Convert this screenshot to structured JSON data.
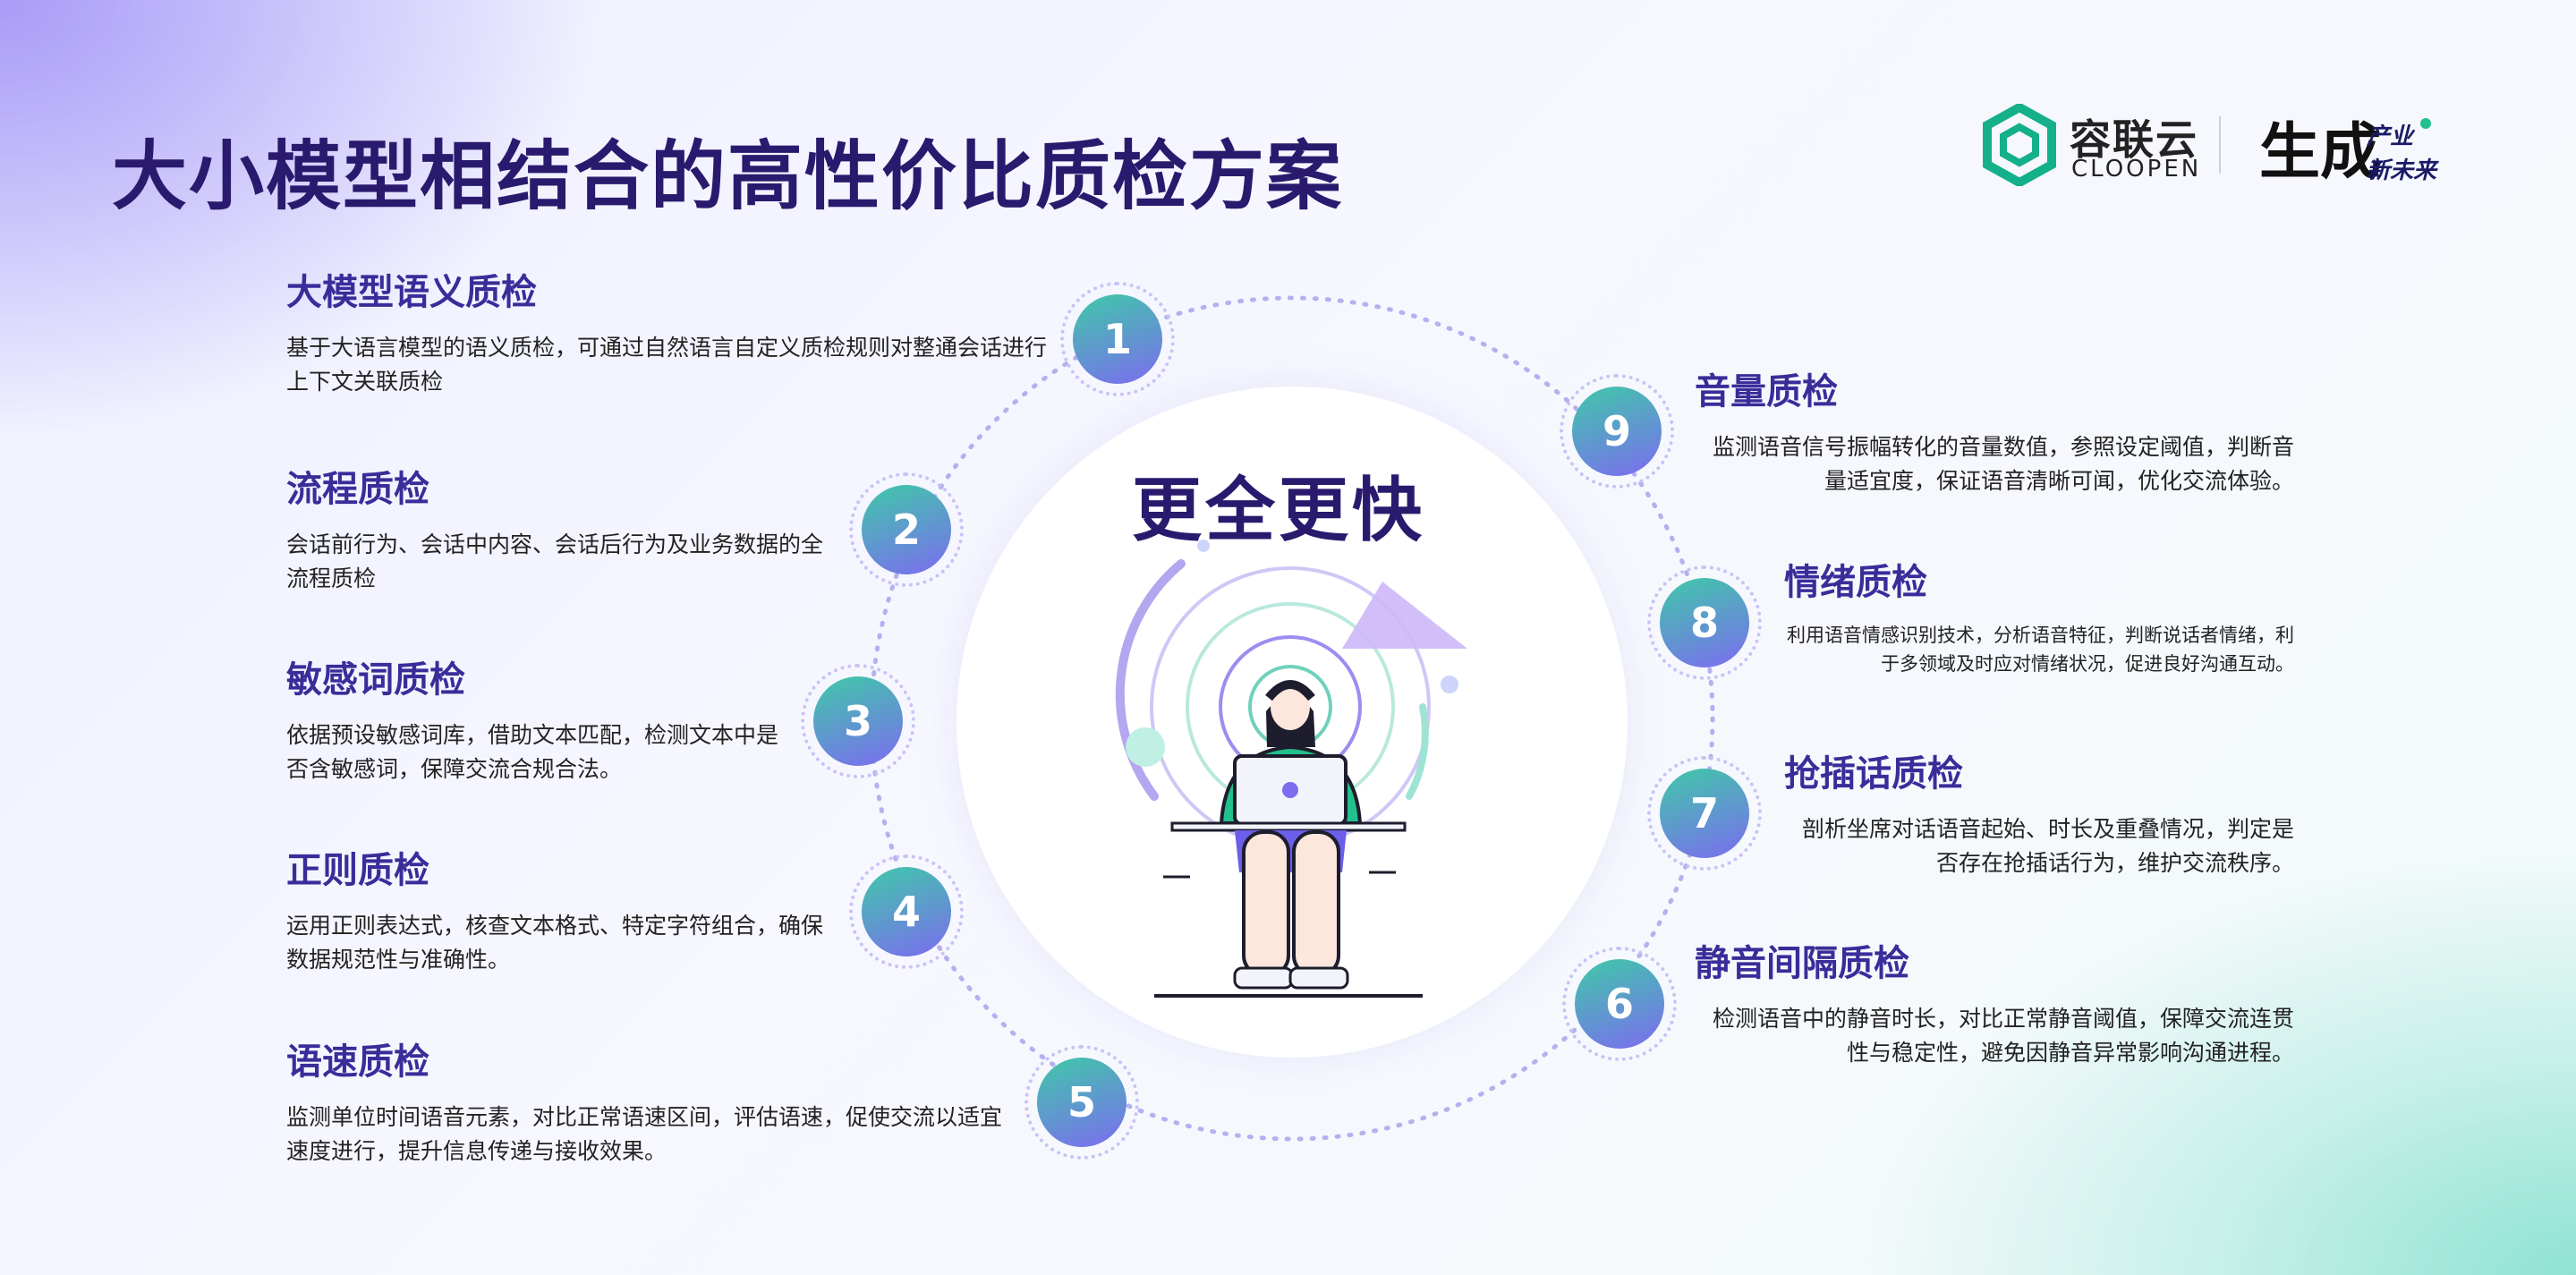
{
  "title": "大小模型相结合的高性价比质检方案",
  "logo_cloopen": {
    "cn": "容联云",
    "en": "CLOOPEN"
  },
  "logo_slogan": {
    "big": "生成",
    "line1": "产业",
    "line2": "新未来"
  },
  "center": {
    "title": "更全更快"
  },
  "colors": {
    "title": "#2a1a6e",
    "heading": "#3b2c9a",
    "node_start": "#3fc9a8",
    "node_end": "#7c6cf0"
  },
  "nodes": [
    "1",
    "2",
    "3",
    "4",
    "5",
    "6",
    "7",
    "8",
    "9"
  ],
  "items": [
    {
      "title": "大模型语义质检",
      "desc": "基于大语言模型的语义质检，可通过自然语言自定义质检规则对整通会话进行上下文关联质检"
    },
    {
      "title": "流程质检",
      "desc": "会话前行为、会话中内容、会话后行为及业务数据的全流程质检"
    },
    {
      "title": "敏感词质检",
      "desc": "依据预设敏感词库，借助文本匹配，检测文本中是否含敏感词，保障交流合规合法。"
    },
    {
      "title": "正则质检",
      "desc": "运用正则表达式，核查文本格式、特定字符组合，确保数据规范性与准确性。"
    },
    {
      "title": "语速质检",
      "desc": "监测单位时间语音元素，对比正常语速区间，评估语速，促使交流以适宜速度进行，提升信息传递与接收效果。"
    },
    {
      "title": "静音间隔质检",
      "desc": "检测语音中的静音时长，对比正常静音阈值，保障交流连贯性与稳定性，避免因静音异常影响沟通进程。"
    },
    {
      "title": "抢插话质检",
      "desc": "剖析坐席对话语音起始、时长及重叠情况，判定是否存在抢插话行为，维护交流秩序。"
    },
    {
      "title": "情绪质检",
      "desc": "利用语音情感识别技术，分析语音特征，判断说话者情绪，利于多领域及时应对情绪状况，促进良好沟通互动。"
    },
    {
      "title": "音量质检",
      "desc": "监测语音信号振幅转化的音量数值，参照设定阈值，判断音量适宜度，保证语音清晰可闻，优化交流体验。"
    }
  ]
}
